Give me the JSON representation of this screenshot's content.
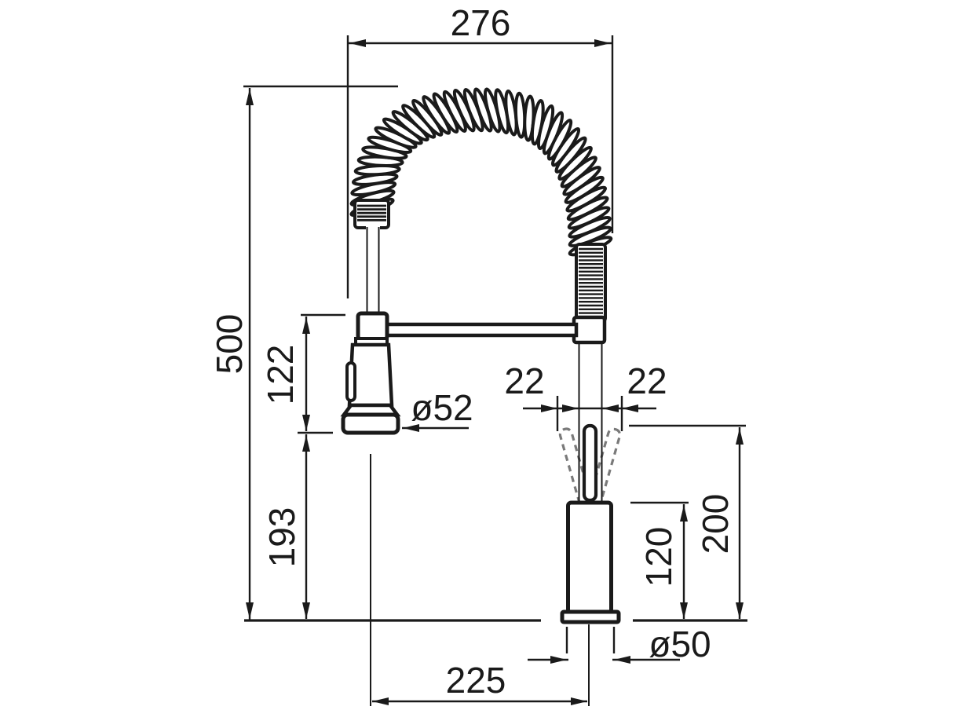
{
  "drawing": {
    "dims": {
      "spout_width": "276",
      "overall_height": "500",
      "spray_head_length": "122",
      "spray_head_to_deck": "193",
      "spray_head_diameter": "ø52",
      "lever_swing_left": "22",
      "lever_swing_right": "22",
      "spout_top_height": "200",
      "body_height": "120",
      "base_diameter": "ø50",
      "spray_head_reach": "225"
    },
    "colors": {
      "line": "#1a1a1a",
      "dashed_line": "#7a7a7a",
      "background": "#ffffff"
    }
  }
}
